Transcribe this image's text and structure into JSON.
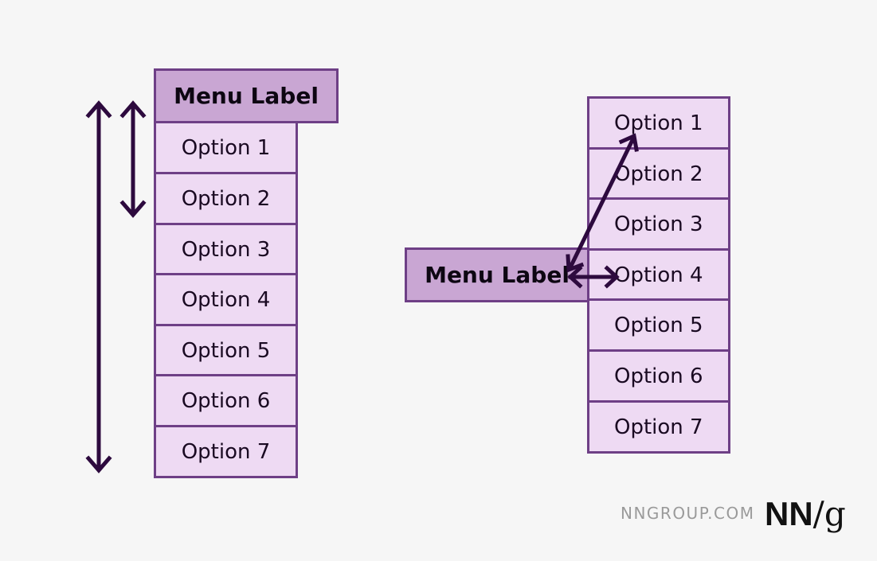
{
  "left_menu": {
    "label": "Menu Label",
    "options": [
      "Option 1",
      "Option 2",
      "Option 3",
      "Option 4",
      "Option 5",
      "Option 6",
      "Option 7"
    ]
  },
  "right_menu": {
    "label": "Menu Label",
    "options": [
      "Option 1",
      "Option 2",
      "Option 3",
      "Option 4",
      "Option 5",
      "Option 6",
      "Option 7"
    ]
  },
  "footer": {
    "site": "NNGROUP.COM",
    "logo_nn": "NN",
    "logo_slash": "/",
    "logo_g": "g"
  },
  "colors": {
    "background": "#f6f6f6",
    "label_fill": "#c9a6d3",
    "option_fill": "#eedaf3",
    "border": "#6e3f86",
    "arrow": "#2d0a3e"
  }
}
